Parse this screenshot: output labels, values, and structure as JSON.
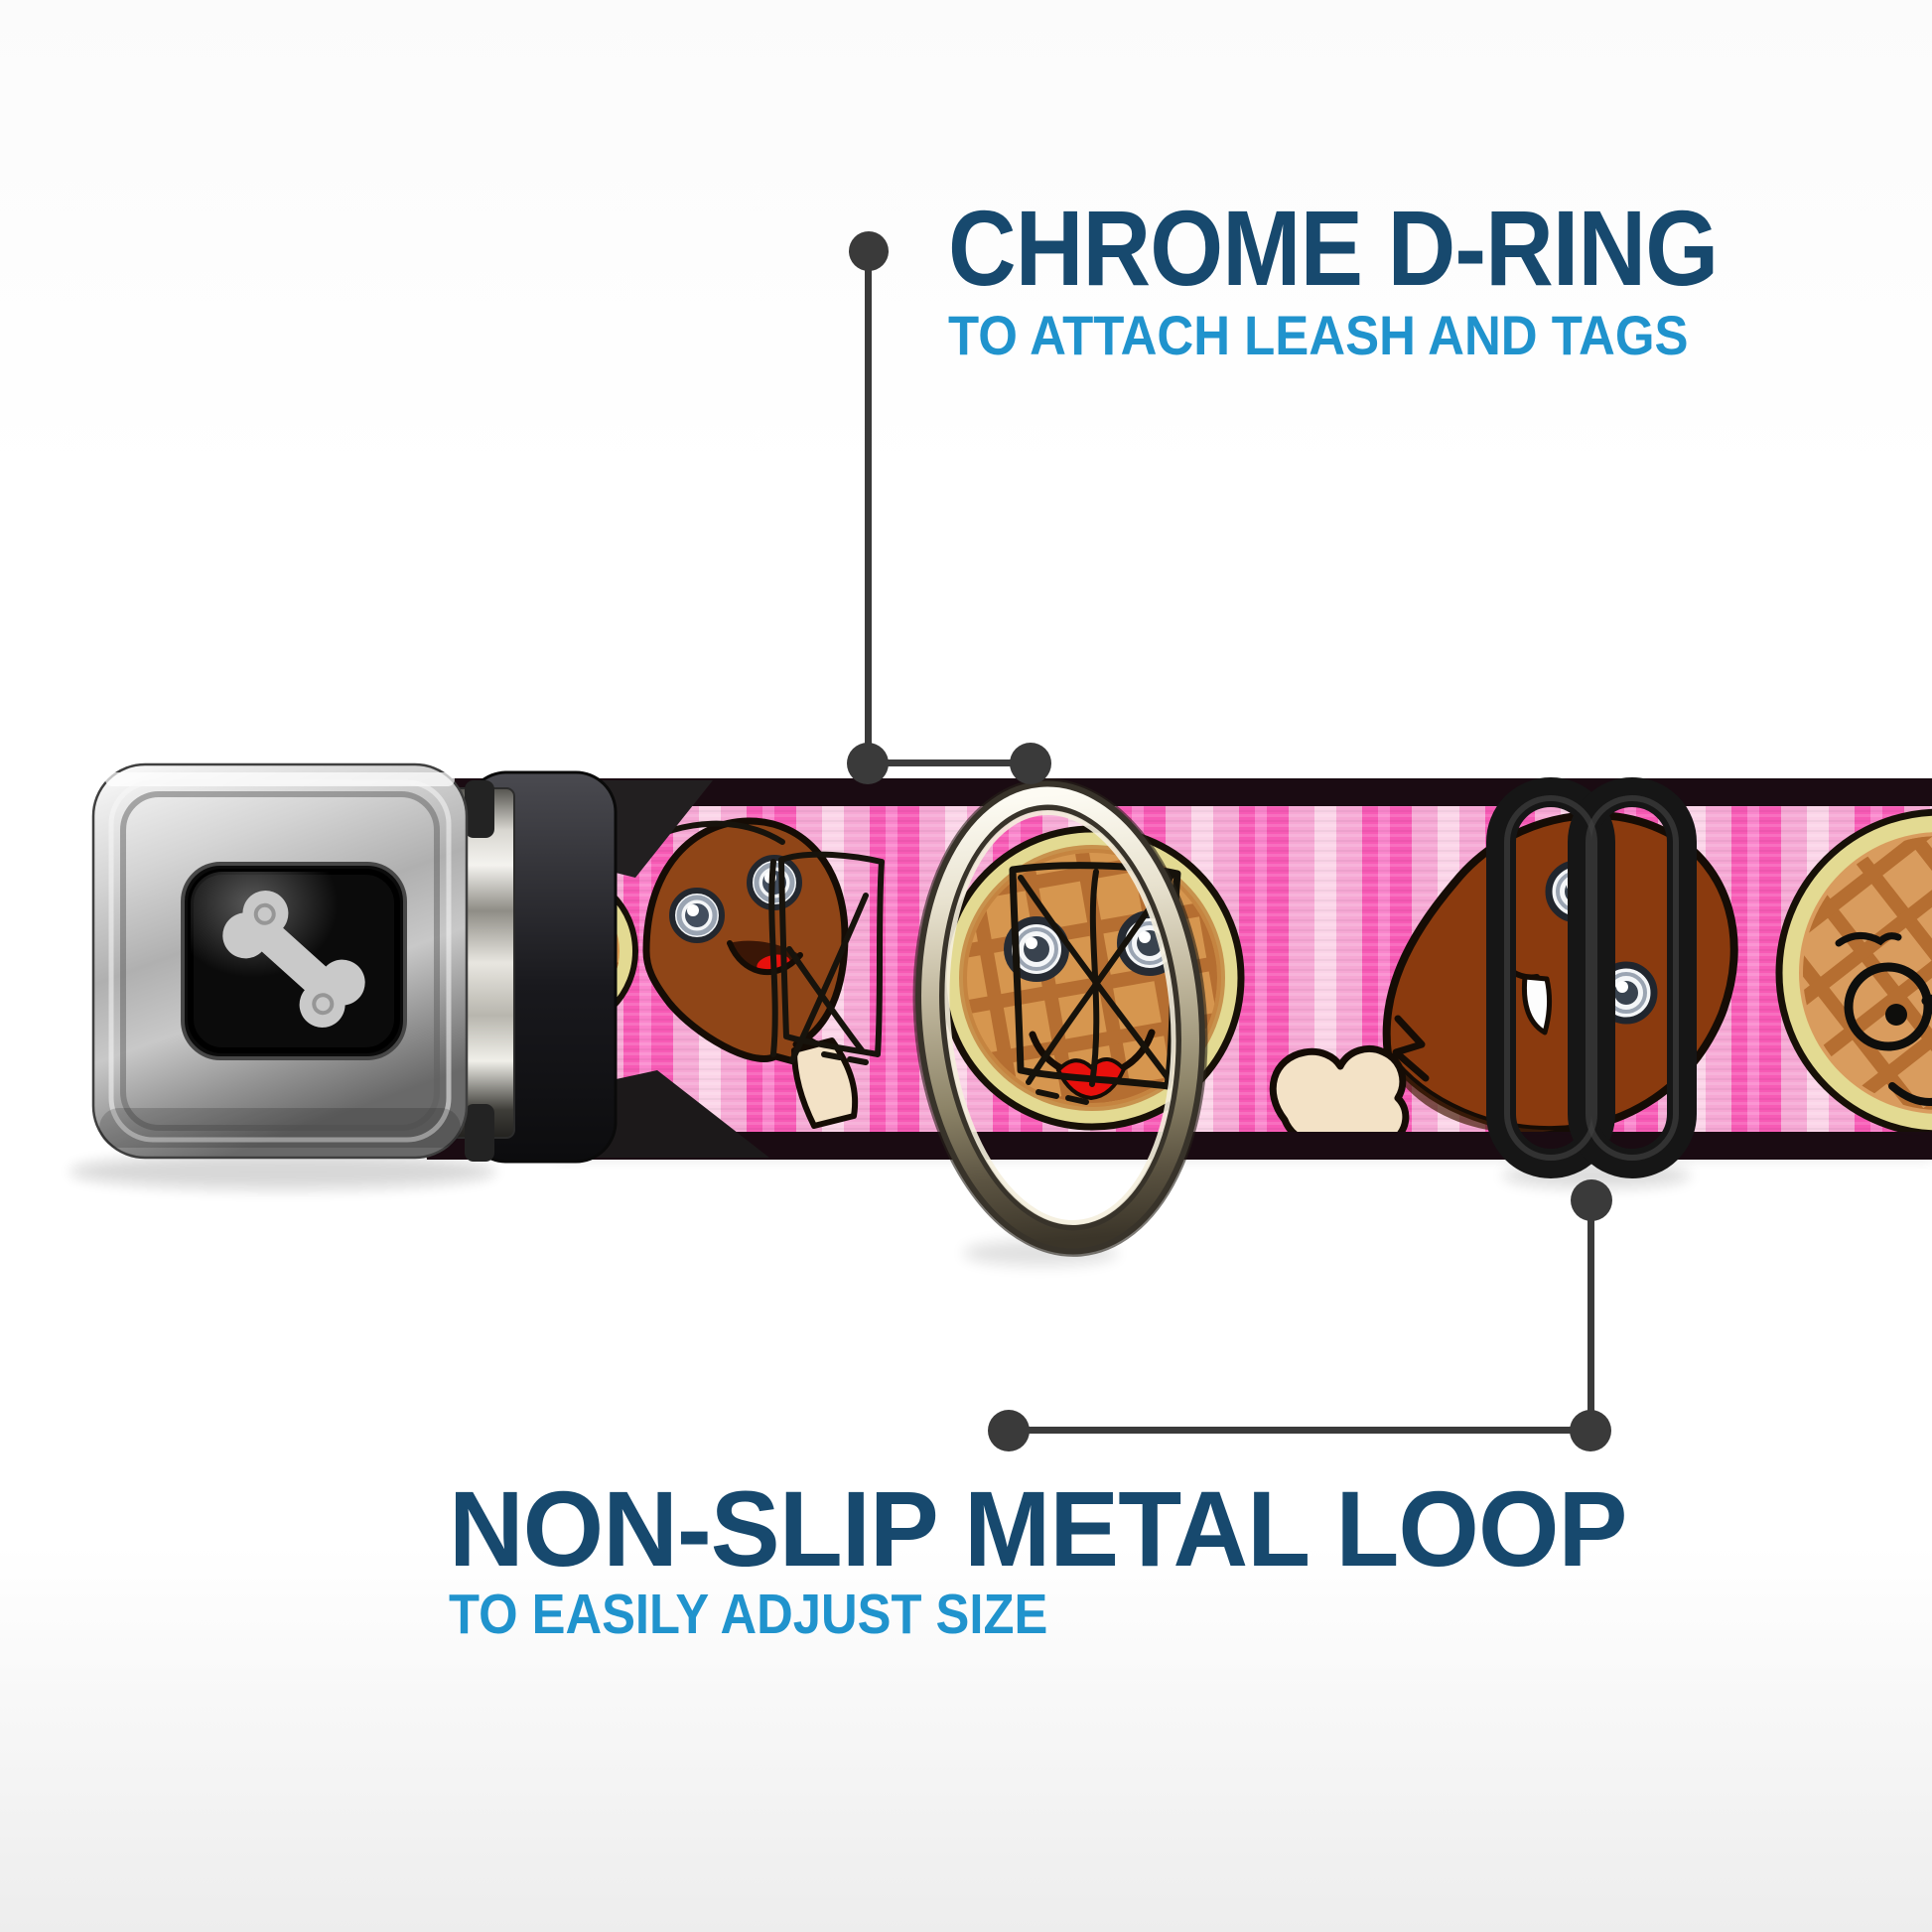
{
  "image_type": "product-feature-callout-graphic",
  "callouts": {
    "top": {
      "title": "CHROME D-RING",
      "subtitle": "TO ATTACH LEASH AND TAGS"
    },
    "bottom": {
      "title": "NON-SLIP METAL LOOP",
      "subtitle": "TO EASILY ADJUST SIZE"
    }
  },
  "colors": {
    "title_blue": "#17496e",
    "subtitle_blue": "#2093cd",
    "callout_gray": "#3a3a3a",
    "webbing_trim_black": "#1a0b12",
    "pink_hot": "#f75ab5",
    "pink_hot_light": "#fa86cc",
    "pink_medium": "#f6a8d4",
    "pink_pale": "#fbd4e8",
    "drumstick_brown": "#8f4517",
    "drumstick_dark_brown": "#8a3a0e",
    "bone_cream": "#f3e2c6",
    "waffle_tan": "#d6964f",
    "waffle_grid": "#b56e31",
    "waffle_rim_cream": "#e3da92",
    "face_red": "#e8100c",
    "buckle_silver": "#c9c9c9",
    "buckle_window_black": "#0b0b0b",
    "bone_logo_gray": "#c9c9c9",
    "d_ring_chrome": "#d6cfb8",
    "loop_black": "#161616"
  },
  "hardware": {
    "buckle": "seatbelt-buckle-with-bone-logo",
    "d_ring": "chrome-d-ring",
    "loop": "black-metal-triglide-loop"
  },
  "pattern": {
    "name": "chicken-and-waffles-faces-on-pink-stripes",
    "sprites": [
      "waffle-face-partial",
      "drumstick-face-with-doodle",
      "waffle-face-with-doodle",
      "drumstick-face-with-tooth",
      "waffle-face-with-glasses"
    ]
  }
}
